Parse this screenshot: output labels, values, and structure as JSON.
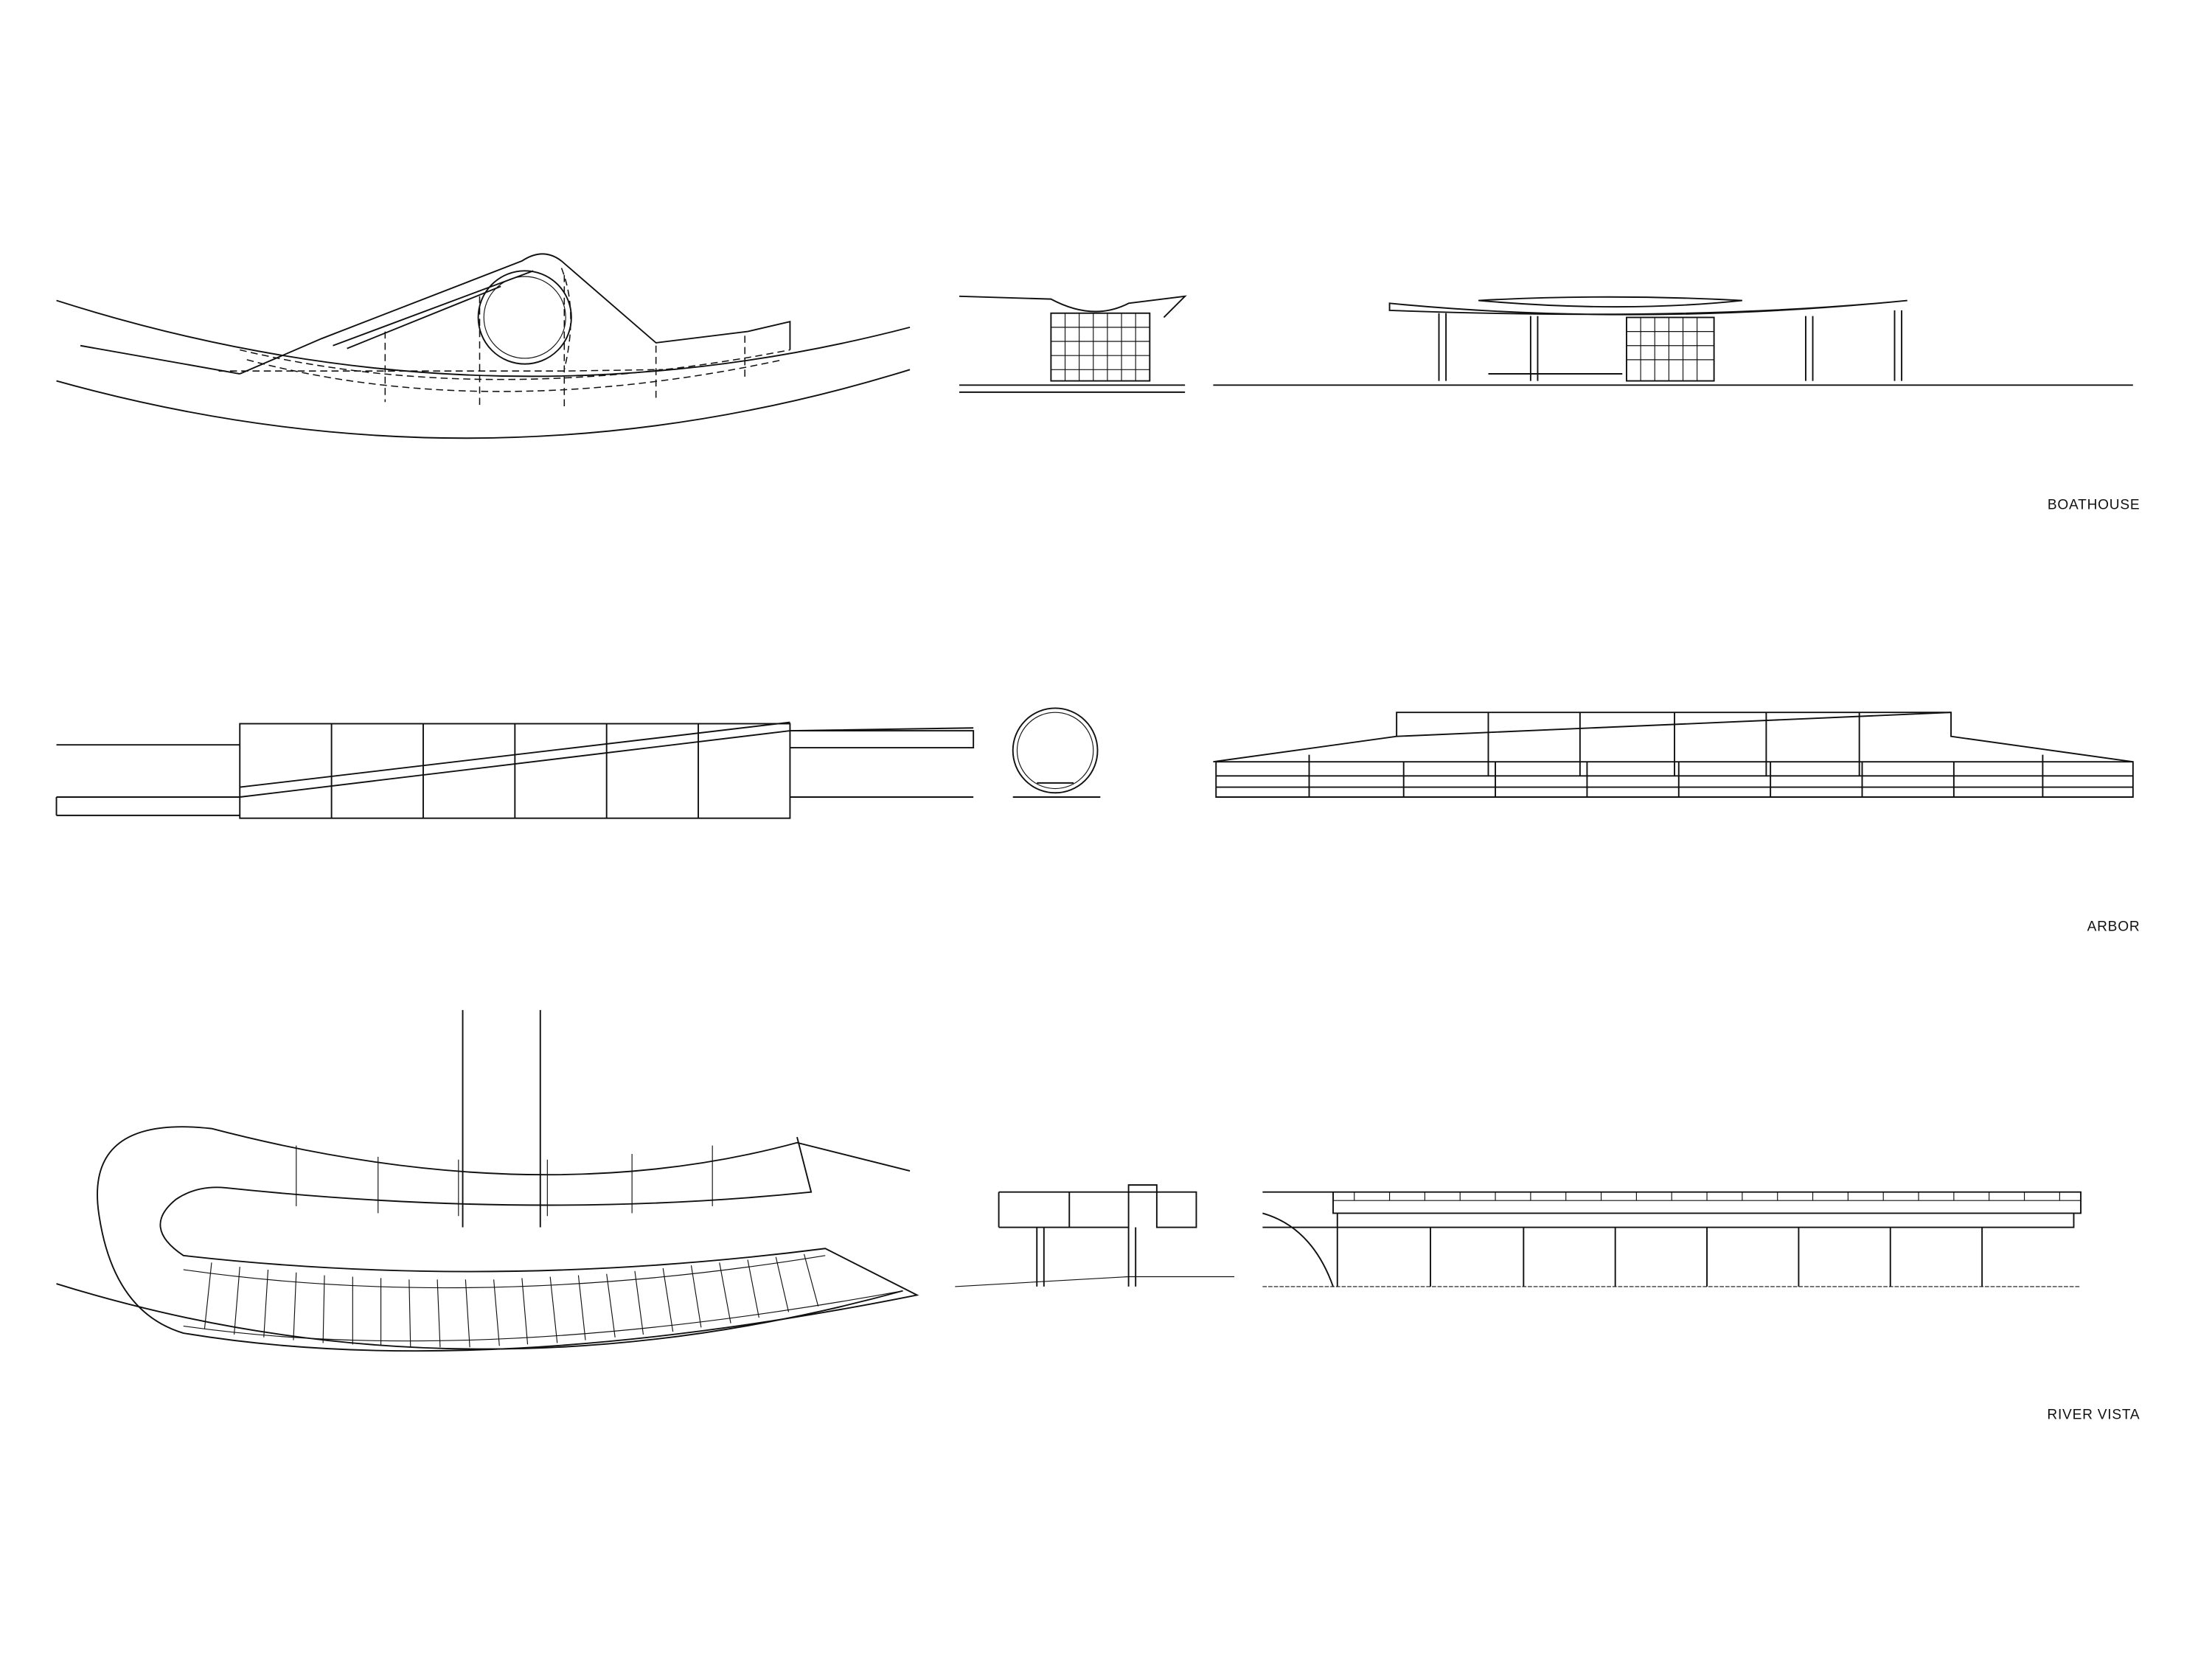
{
  "sheet": {
    "rows": [
      {
        "label": "BOATHOUSE"
      },
      {
        "label": "ARBOR"
      },
      {
        "label": "RIVER VISTA"
      }
    ]
  }
}
